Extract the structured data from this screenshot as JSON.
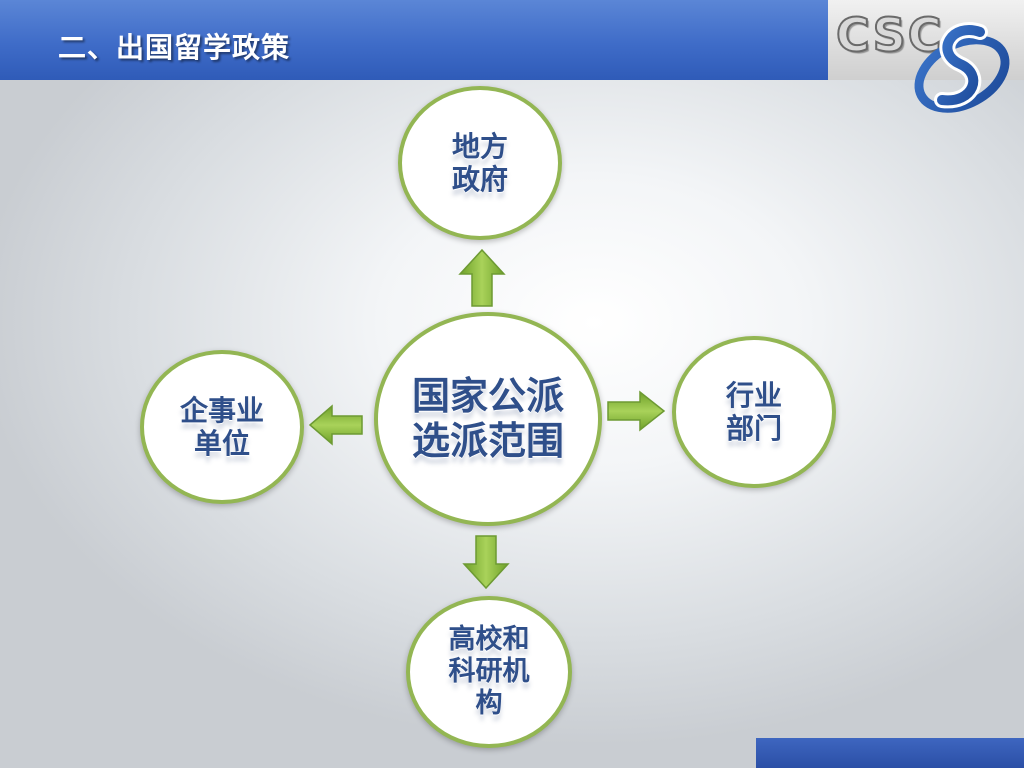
{
  "header": {
    "title": "二、出国留学政策"
  },
  "logo": {
    "text": "CSC",
    "emblem_icon": "csc-emblem-icon"
  },
  "diagram": {
    "center": {
      "lines": [
        "国家公派",
        "选派范围"
      ]
    },
    "nodes": {
      "top": {
        "lines": [
          "地方",
          "政府"
        ]
      },
      "left": {
        "lines": [
          "企事业",
          "单位"
        ]
      },
      "right": {
        "lines": [
          "行业",
          "部门"
        ]
      },
      "bottom": {
        "lines": [
          "高校和",
          "科研机",
          "构"
        ]
      }
    },
    "arrow_icon": "green-arrow-icon"
  },
  "colors": {
    "header_blue": "#3f6cc8",
    "node_border_green": "#93b653",
    "arrow_green": "#8ebf3c",
    "label_blue": "#2f4f8a"
  }
}
